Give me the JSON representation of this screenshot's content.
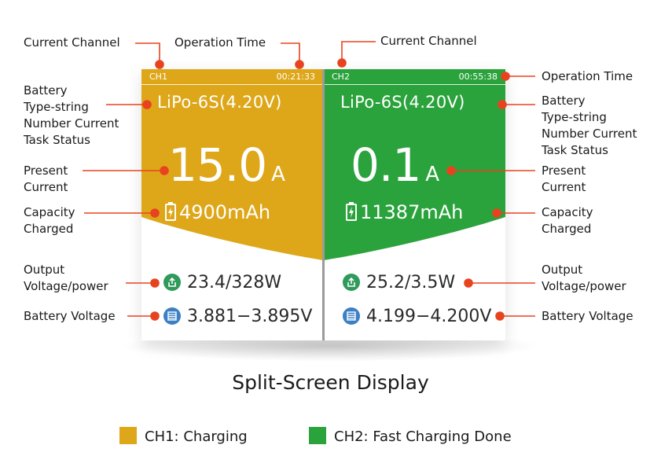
{
  "colors": {
    "ch1": "#dea71a",
    "ch2": "#2ba33c",
    "leader": "#e8431f",
    "icon_green": "#2f9a5a",
    "icon_blue": "#3b7fc4"
  },
  "channels": [
    {
      "channel": "CH1",
      "time": "00:21:33",
      "type_string": "LiPo-6S(4.20V)",
      "current_value": "15.0",
      "current_unit": "A",
      "capacity": "4900mAh",
      "output": "23.4/328W",
      "battery_voltage": "3.881−3.895V"
    },
    {
      "channel": "CH2",
      "time": "00:55:38",
      "type_string": "LiPo-6S(4.20V)",
      "current_value": "0.1",
      "current_unit": "A",
      "capacity": "11387mAh",
      "output": "25.2/3.5W",
      "battery_voltage": "4.199−4.200V"
    }
  ],
  "callouts": {
    "current_channel": "Current Channel",
    "operation_time": "Operation Time",
    "battery_type_lines": [
      "Battery",
      "Type-string",
      "Number Current",
      "Task Status"
    ],
    "present_current_lines": [
      "Present",
      "Current"
    ],
    "capacity_lines": [
      "Capacity",
      "Charged"
    ],
    "output_lines": [
      "Output",
      "Voltage/power"
    ],
    "battery_voltage": "Battery Voltage"
  },
  "caption": "Split-Screen Display",
  "legend": [
    {
      "label": "CH1: Charging",
      "color": "#dea71a"
    },
    {
      "label": "CH2: Fast Charging Done",
      "color": "#2ba33c"
    }
  ],
  "icons": {
    "output": "upload-icon",
    "battery_voltage": "battery-cells-icon",
    "capacity": "battery-charging-icon"
  }
}
